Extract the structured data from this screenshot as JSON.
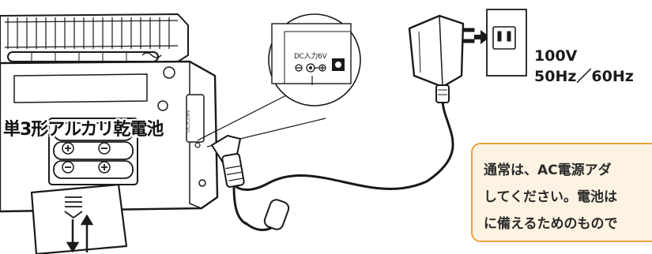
{
  "labels": {
    "dc_input": "DC入力6V",
    "dc_input_small": "DC入力6V",
    "battery": "単3形アルカリ乾電池",
    "voltage": "100V",
    "frequency": "50Hz／60Hz"
  },
  "note": {
    "line1": "通常は、AC電源アダ",
    "line2": "してください。電池は",
    "line3": "に備えるためのもので"
  },
  "colors": {
    "note_background": "#fdf3e2",
    "note_border": "#e8a33a",
    "line_art": "#1a1a1a"
  }
}
